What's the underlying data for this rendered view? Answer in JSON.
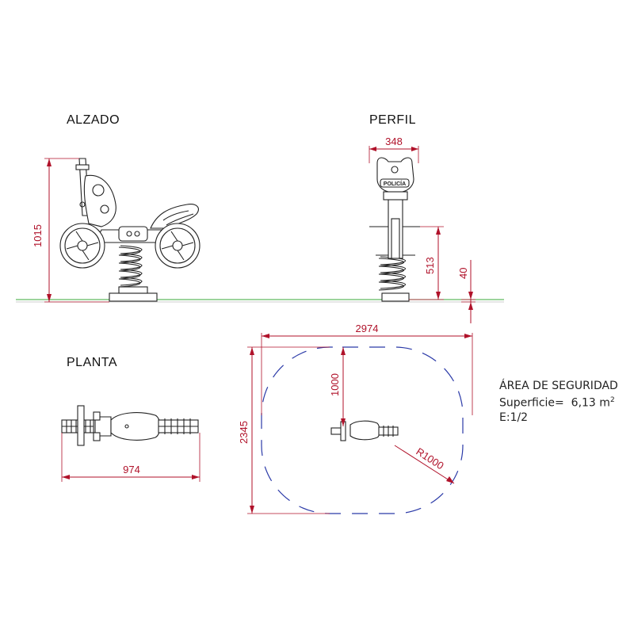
{
  "views": {
    "alzado": "ALZADO",
    "perfil": "PERFIL",
    "planta": "PLANTA"
  },
  "dimensions": {
    "alzado_height": "1015",
    "perfil_width": "348",
    "perfil_seat_height": "513",
    "perfil_foundation": "40",
    "planta_length": "974",
    "area_width": "2974",
    "area_height": "2345",
    "area_offset": "1000",
    "area_radius": "R1000"
  },
  "notes": {
    "title": "ÁREA DE SEGURIDAD",
    "surface_label": "Superficie=",
    "surface_value": "6,13 m",
    "surface_exp": "2",
    "scale": "E:1/2"
  },
  "colors": {
    "dimension": "#b0122a",
    "ground": "#3aa83a",
    "safety_area": "#2b3aa8",
    "drawing": "#222222"
  },
  "icons": {
    "wheel": "spoked-wheel-icon",
    "spring": "coil-spring-icon",
    "badge": "police-badge-icon"
  }
}
